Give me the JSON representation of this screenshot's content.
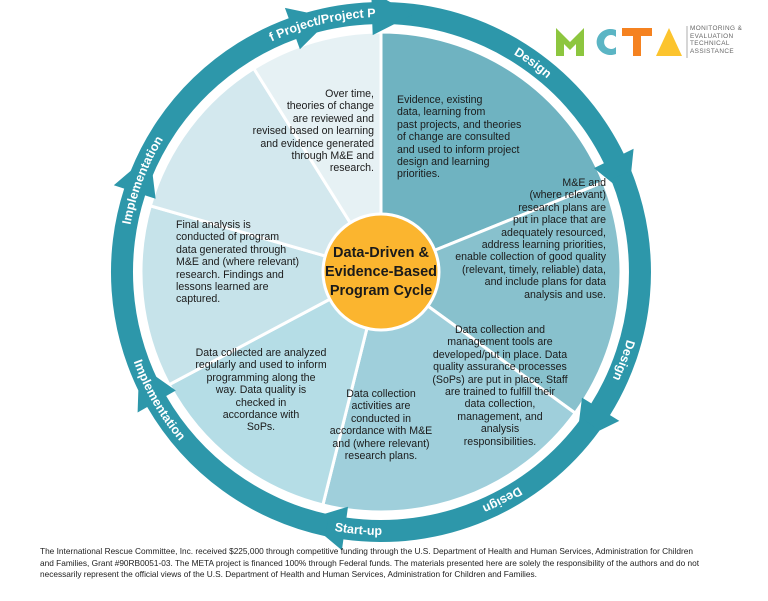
{
  "logo": {
    "letters": "META",
    "tagline": [
      "MONITORING &",
      "EVALUATION",
      "TECHNICAL",
      "ASSISTANCE"
    ],
    "colors": {
      "m": "#8dc63f",
      "e": "#5bb5c4",
      "t": "#f58220",
      "a": "#fcc42e"
    }
  },
  "center": {
    "lines": [
      "Data-Driven &",
      "Evidence-Based",
      "Program Cycle"
    ],
    "color": "#fbb52f"
  },
  "arrows": [
    {
      "label": "Design",
      "color": "#2d97aa"
    },
    {
      "label": "Design",
      "color": "#2d97aa"
    },
    {
      "label": "Design",
      "color": "#2d97aa"
    },
    {
      "label": "Start-up",
      "color": "#2d97aa"
    },
    {
      "label": "Implementation",
      "color": "#2d97aa"
    },
    {
      "label": "Implementation",
      "color": "#2d97aa"
    },
    {
      "label": "End of Project/Project Phase",
      "color": "#2d97aa"
    }
  ],
  "segments": [
    {
      "color": "#6fb3c1",
      "lines": [
        "Evidence, existing",
        "data, learning from",
        "past projects, and theories",
        "of change are consulted",
        "and used to inform project",
        "design and learning",
        "priorities."
      ]
    },
    {
      "color": "#88c1cd",
      "lines": [
        "M&E and",
        "(where relevant)",
        "research plans are",
        "put in place that are",
        "adequately resourced,",
        "address learning priorities,",
        "enable collection of good quality",
        "(relevant, timely, reliable) data,",
        "and include plans for data",
        "analysis and use."
      ]
    },
    {
      "color": "#9fcfdb",
      "lines": [
        "Data collection and",
        "management tools are",
        "developed/put in place. Data",
        "quality assurance processes",
        "(SoPs) are put in place. Staff",
        "are trained to fulfill their",
        "data collection,",
        "management, and",
        "analysis",
        "responsibilities."
      ]
    },
    {
      "color": "#b5dde6",
      "lines": [
        "Data collection",
        "activities are",
        "conducted in",
        "accordance with M&E",
        "and (where relevant)",
        "research plans."
      ]
    },
    {
      "color": "#c6e3ea",
      "lines": [
        "Data collected are analyzed",
        "regularly and used to inform",
        "programming along the",
        "way. Data quality is",
        "checked in",
        "accordance with",
        "SoPs."
      ]
    },
    {
      "color": "#d3e8ee",
      "lines": [
        "Final analysis is",
        "conducted of program",
        "data generated through",
        "M&E and (where relevant)",
        "research. Findings and",
        "lessons learned are",
        "captured."
      ]
    },
    {
      "color": "#e6f1f4",
      "lines": [
        "Over time,",
        "theories of change",
        "are reviewed and",
        "revised based on learning",
        "and evidence generated",
        "through M&E and",
        "research."
      ]
    }
  ],
  "footer": [
    "The International Rescue Committee, Inc. received $225,000 through competitive funding through the U.S. Department of Health and Human Services, Administration for Children",
    "and Families, Grant #90RB0051-03.  The META project is financed 100% through Federal funds.  The materials presented here are solely the responsibility of the authors and do not",
    "necessarily represent the official views of the U.S. Department of Health and Human Services, Administration for Children and Families."
  ]
}
